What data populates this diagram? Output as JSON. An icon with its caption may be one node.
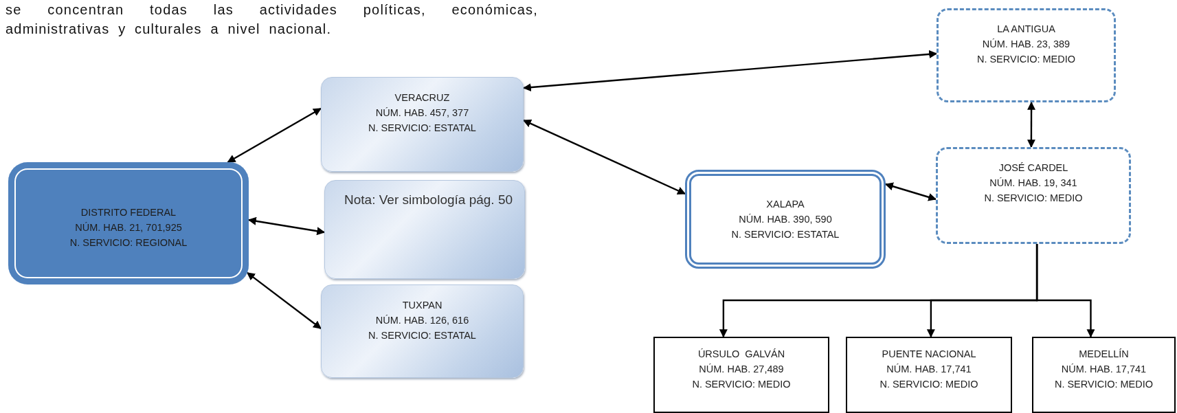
{
  "diagram": {
    "nodes": [
      {
        "text": [
          "DISTRITO FEDERAL",
          "NÚM. HAB. 21, 701,925",
          "N. SERVICIO: REGIONAL"
        ]
      },
      {
        "text": [
          "VERACRUZ",
          "NÚM. HAB. 457, 377",
          "N. SERVICIO: ESTATAL"
        ]
      },
      {
        "text": [
          "Nota: Ver simbología pág. 50"
        ]
      },
      {
        "text": [
          "TUXPAN",
          "NÚM. HAB. 126, 616",
          "N. SERVICIO: ESTATAL"
        ]
      },
      {
        "text": [
          "XALAPA",
          "NÚM. HAB. 390, 590",
          "N. SERVICIO: ESTATAL"
        ]
      },
      {
        "text": [
          "LA ANTIGUA",
          "NÚM. HAB. 23, 389",
          "N. SERVICIO: MEDIO"
        ]
      },
      {
        "text": [
          "JOSÉ CARDEL",
          "NÚM. HAB. 19, 341",
          "N. SERVICIO: MEDIO"
        ]
      },
      {
        "text": [
          "ÚRSULO  GALVÁN",
          "NÚM. HAB. 27,489",
          "N. SERVICIO: MEDIO"
        ]
      },
      {
        "text": [
          "PUENTE NACIONAL",
          "NÚM. HAB. 17,741",
          "N. SERVICIO: MEDIO"
        ]
      },
      {
        "text": [
          "MEDELLÍN",
          "NÚM. HAB. 17,741",
          "N. SERVICIO: MEDIO"
        ]
      }
    ],
    "edges": [
      {
        "from": 0,
        "to": 1,
        "arrow": "both"
      },
      {
        "from": 0,
        "to": 2,
        "arrow": "both"
      },
      {
        "from": 0,
        "to": 3,
        "arrow": "both"
      },
      {
        "from": 1,
        "to": 5,
        "arrow": "both"
      },
      {
        "from": 1,
        "to": 4,
        "arrow": "both"
      },
      {
        "from": 4,
        "to": 6,
        "arrow": "both"
      },
      {
        "from": 5,
        "to": 6,
        "arrow": "both"
      },
      {
        "from": 6,
        "to": 7,
        "arrow": "to"
      },
      {
        "from": 6,
        "to": 8,
        "arrow": "to"
      },
      {
        "from": 6,
        "to": 9,
        "arrow": "to"
      }
    ],
    "labels": [
      "se concentran todas las actividades políticas, económicas, administrativas y culturales a nivel nacional."
    ]
  }
}
